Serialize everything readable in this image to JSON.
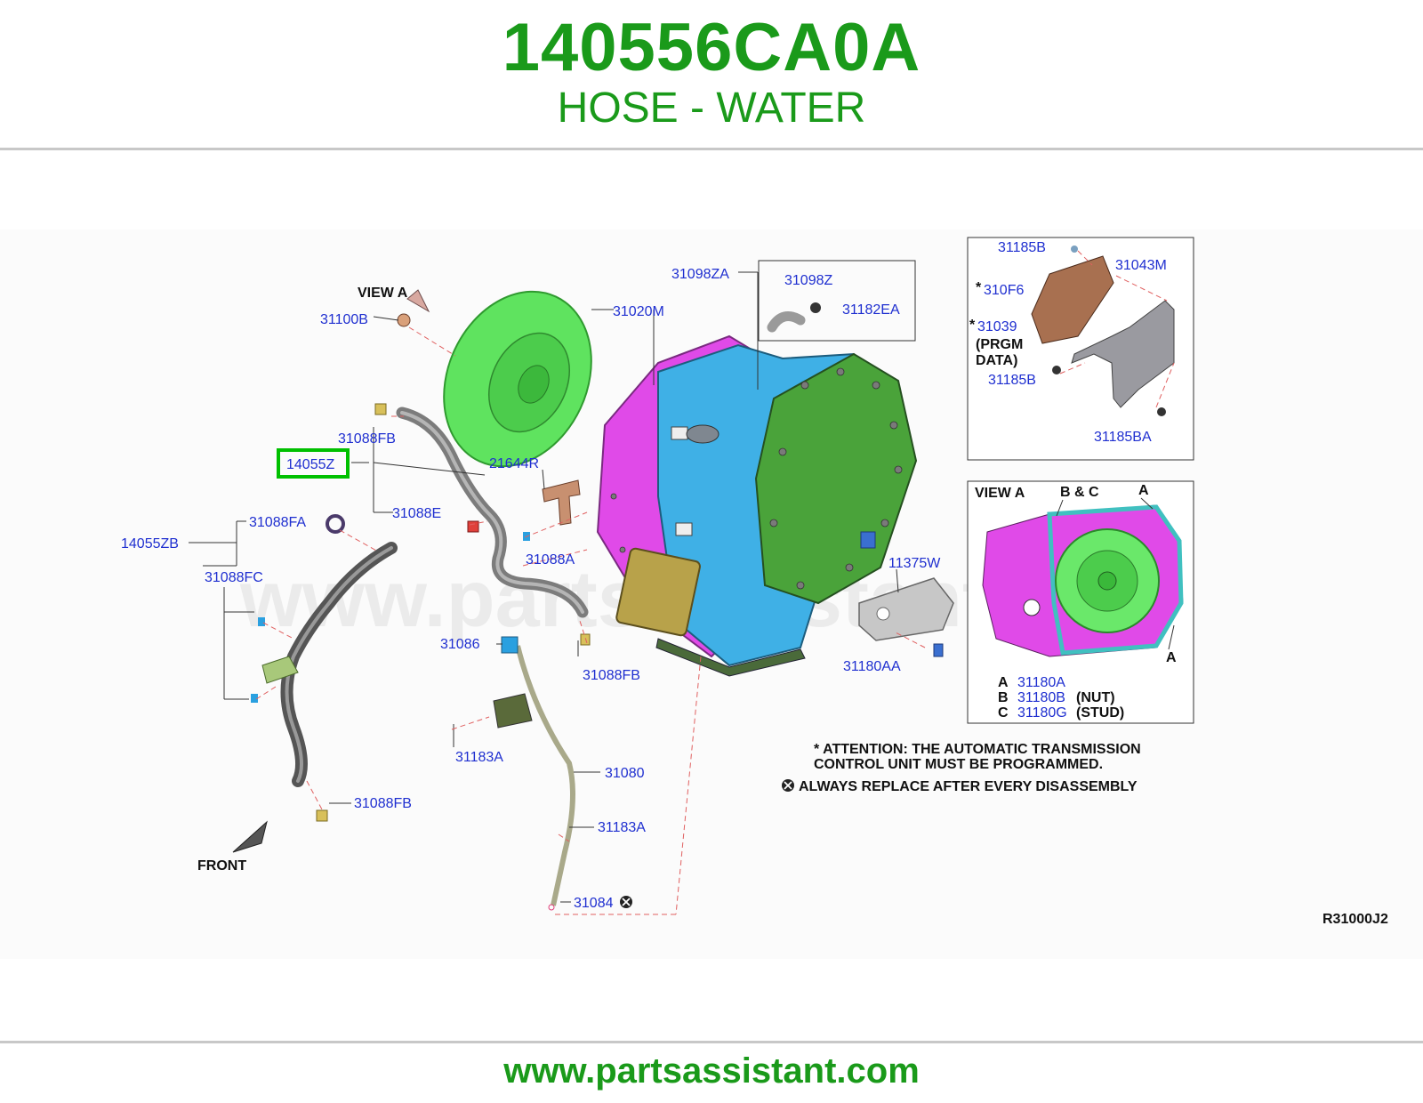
{
  "header": {
    "part_number": "140556CA0A",
    "part_description": "HOSE - WATER"
  },
  "watermark": "www.partsassistant.com",
  "footer": {
    "url": "www.partsassistant.com"
  },
  "diagram": {
    "view_a_label": "VIEW A",
    "front_label": "FRONT",
    "diagram_code": "R31000J2",
    "callouts": {
      "c31100B": "31100B",
      "c31020M": "31020M",
      "c31098ZA": "31098ZA",
      "c31098Z": "31098Z",
      "c31182EA": "31182EA",
      "c31088FB_top": "31088FB",
      "c14055Z": "14055Z",
      "c21644R": "21644R",
      "c31088E": "31088E",
      "c31088FA": "31088FA",
      "c14055ZB": "14055ZB",
      "c31088FC": "31088FC",
      "c31088A": "31088A",
      "c11375W": "11375W",
      "c31086": "31086",
      "c31088FB_mid": "31088FB",
      "c31180AA": "31180AA",
      "c31183A_left": "31183A",
      "c31080": "31080",
      "c31088FB_bottom": "31088FB",
      "c31183A_right": "31183A",
      "c31084": "31084"
    },
    "tcu_inset": {
      "c31185B_top": "31185B",
      "c31043M": "31043M",
      "c310F6": "310F6",
      "c31039": "31039",
      "star": "*",
      "prgm_line1": "(PRGM",
      "prgm_line2": "DATA)",
      "c31185B_bottom": "31185B",
      "c31185BA": "31185BA"
    },
    "view_a_inset": {
      "title": "VIEW A",
      "label_bc": "B & C",
      "label_a": "A",
      "legend": [
        {
          "key": "A",
          "part": "31180A",
          "note": ""
        },
        {
          "key": "B",
          "part": "31180B",
          "note": "(NUT)"
        },
        {
          "key": "C",
          "part": "31180G",
          "note": "(STUD)"
        }
      ]
    },
    "notes": {
      "attention_line1": "* ATTENTION: THE AUTOMATIC TRANSMISSION",
      "attention_line2": "CONTROL UNIT MUST BE PROGRAMMED.",
      "replace_note": "ALWAYS REPLACE AFTER EVERY DISASSEMBLY"
    },
    "highlight_color": "#00c000"
  }
}
